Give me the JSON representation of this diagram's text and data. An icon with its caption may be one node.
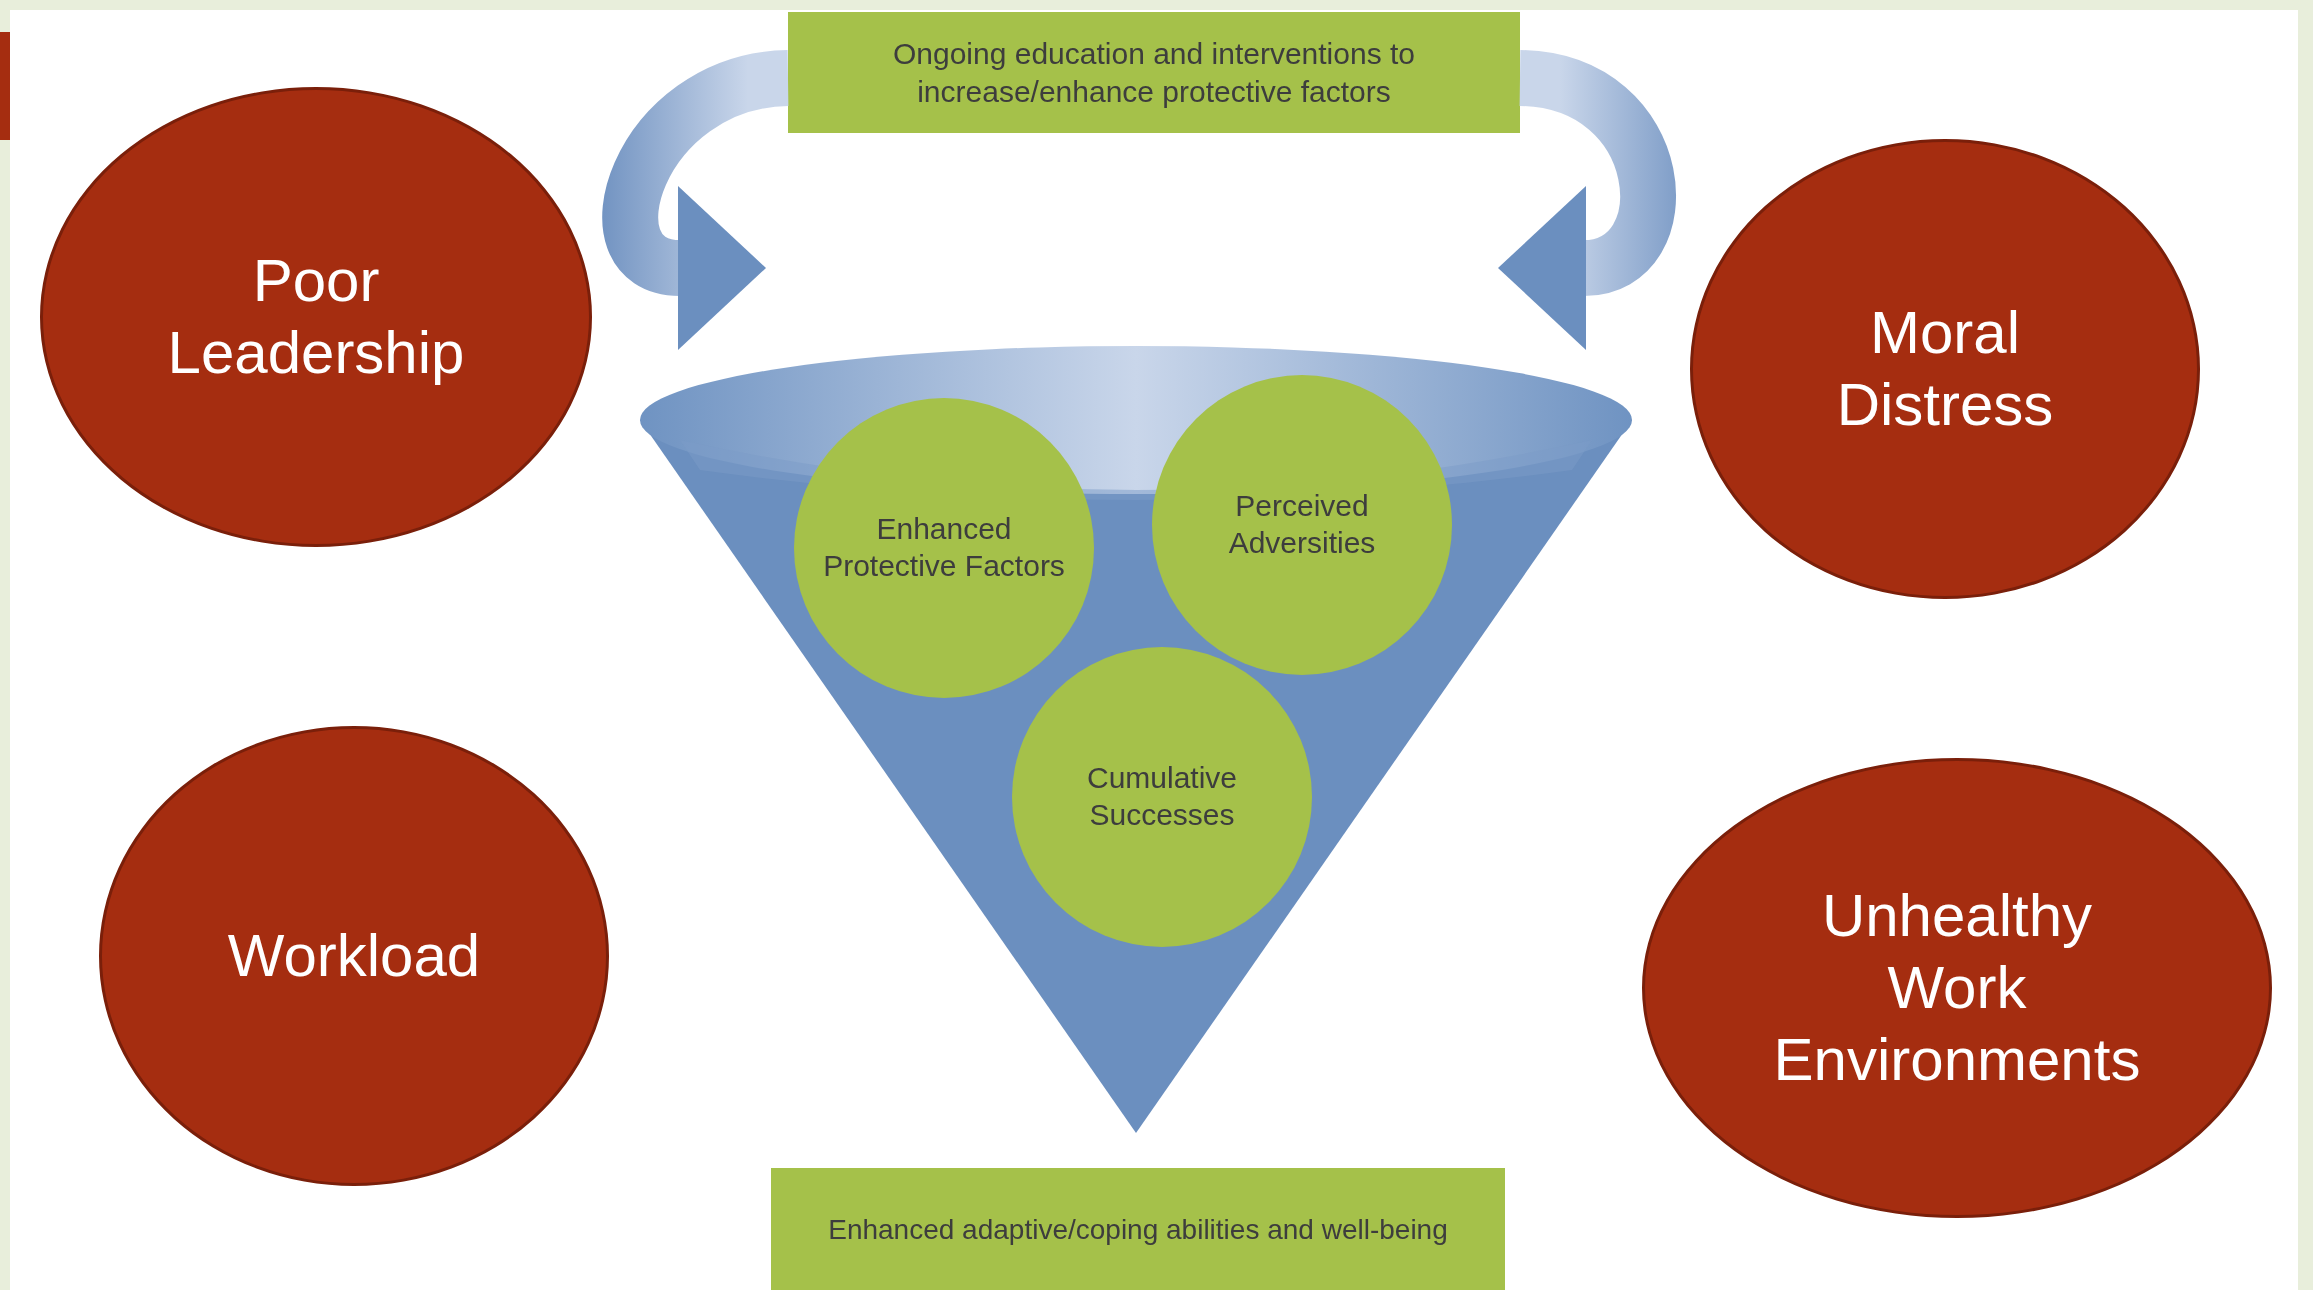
{
  "diagram": {
    "nodes": [
      {
        "text": [
          "Ongoing education and interventions to increase/enhance protective factors"
        ]
      },
      {
        "text": [
          "Poor Leadership"
        ]
      },
      {
        "text": [
          "Moral Distress"
        ]
      },
      {
        "text": [],
        "shape": "funnel"
      },
      {
        "text": [
          "Enhanced Protective Factors"
        ],
        "in": 3
      },
      {
        "text": [
          "Perceived Adversities"
        ],
        "in": 3
      },
      {
        "text": [
          "Cumulative Successes"
        ],
        "in": 3
      },
      {
        "text": [
          "Workload"
        ]
      },
      {
        "text": [
          "Unhealthy Work Environments"
        ]
      },
      {
        "text": [
          "Enhanced adaptive/coping abilities and well-being"
        ]
      }
    ],
    "edges": [
      {
        "from": 0,
        "to": 3,
        "arrow": "to"
      },
      {
        "from": 0,
        "to": 3,
        "arrow": "to"
      }
    ]
  }
}
